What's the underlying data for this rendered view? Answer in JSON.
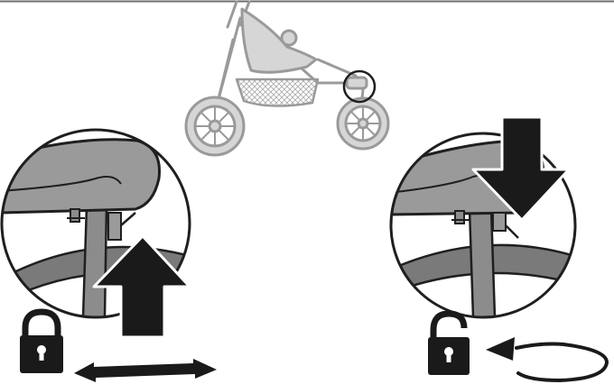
{
  "figure": {
    "panels": [
      {
        "id": "overview",
        "subject": "jogging-stroller",
        "highlight": "front-wheel-lock"
      },
      {
        "id": "left-detail",
        "state": "locked",
        "motion": "raise",
        "arrow": "up",
        "symbol": "closed-padlock-icon",
        "indicator": "straight-double-arrow-icon"
      },
      {
        "id": "right-detail",
        "state": "unlocked",
        "motion": "press-down",
        "arrow": "down",
        "symbol": "open-padlock-icon",
        "indicator": "circular-swivel-arrow-icon"
      }
    ]
  },
  "colors": {
    "line": "#1f1f1f",
    "fork_fill": "#8c8c8c",
    "fender_fill": "#9a9a9a",
    "tire_fill": "#7a7a7a",
    "stroller_line": "#9a9a9a",
    "stroller_fill": "#d6d6d6",
    "arrow_fill": "#1a1a1a",
    "top_rule": "#6e6e6e"
  }
}
